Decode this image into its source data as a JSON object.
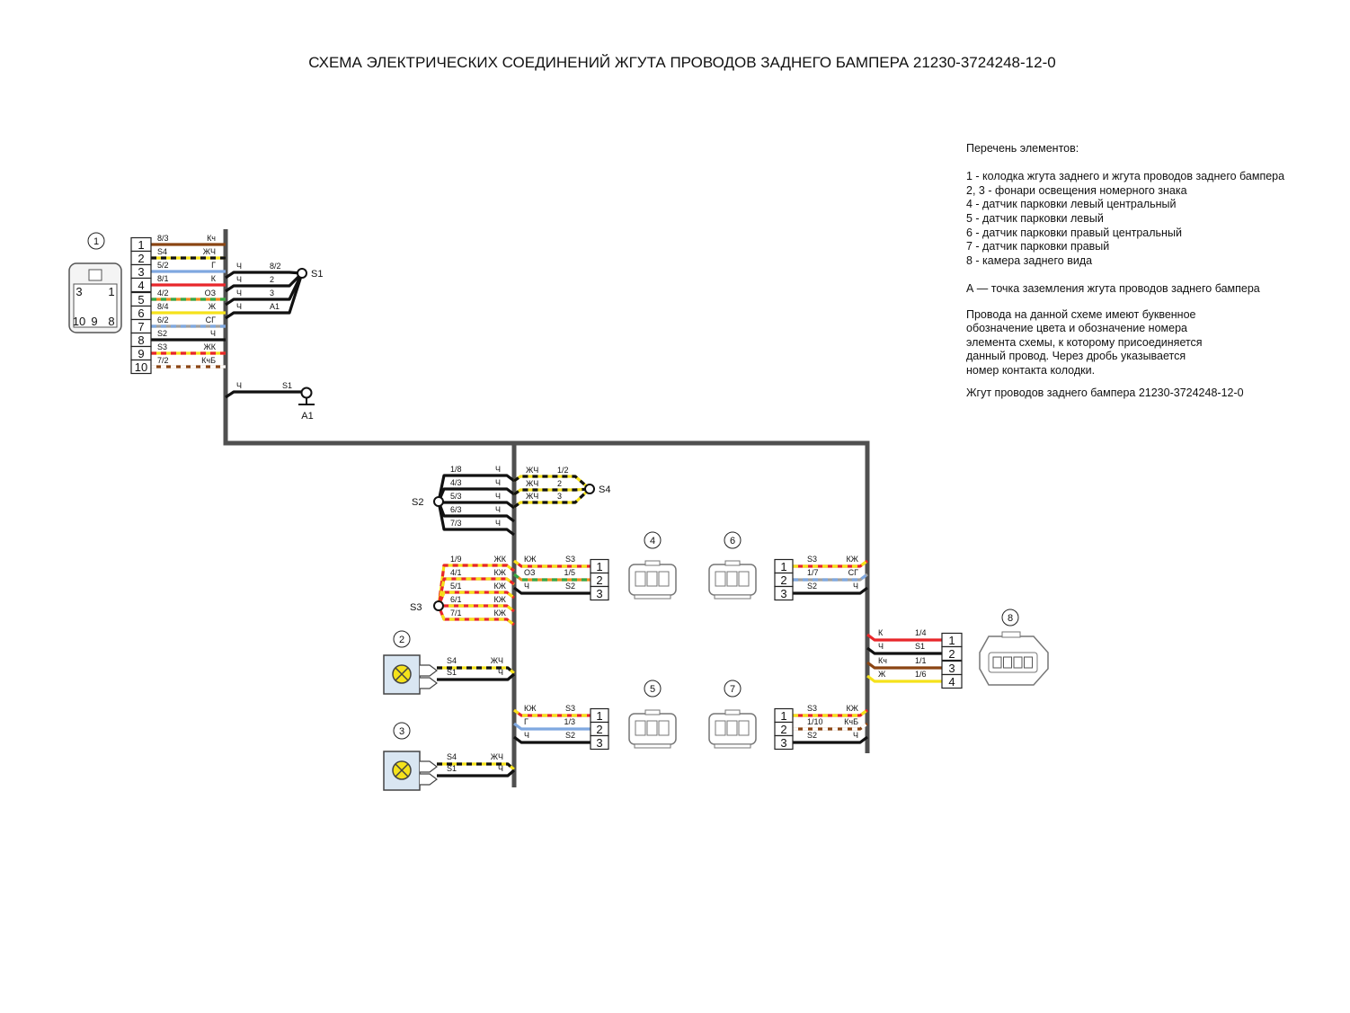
{
  "title": "СХЕМА ЭЛЕКТРИЧЕСКИХ СОЕДИНЕНИЙ ЖГУТА ПРОВОДОВ ЗАДНЕГО БАМПЕРА 21230-3724248-12-0",
  "legend": {
    "heading": "Перечень элементов:",
    "items": [
      "1 - колодка жгута заднего и жгута проводов заднего бампера",
      "2, 3 - фонари освещения номерного знака",
      "4 - датчик парковки левый центральный",
      "5 - датчик парковки левый",
      "6 - датчик парковки правый центральный",
      "7 - датчик парковки правый",
      "8 - камера заднего вида"
    ],
    "ground_note": "А — точка заземления жгута проводов заднего бампера",
    "wire_note": [
      "Провода на данной схеме имеют буквенное",
      "обозначение цвета и обозначение номера",
      "элемента схемы, к которому присоединяется",
      "данный провод. Через дробь указывается",
      "номер контакта колодки."
    ],
    "harness_note": "Жгут проводов заднего бампера 21230-3724248-12-0"
  },
  "colors": {
    "Кч": "#8B4513",
    "Ж": "#F5E21B",
    "Г": "#7FA8E0",
    "К": "#E8262A",
    "О": "#F08A1E",
    "З": "#35A845",
    "С": "#A0A0A0",
    "Ч": "#111111",
    "Б": "#FFFFFF",
    "harness": "#505050",
    "connector_fill": "#D9E6F2"
  },
  "components": {
    "c1": {
      "num": "1",
      "pins": [
        "1",
        "2",
        "3",
        "4",
        "5",
        "6",
        "7",
        "8",
        "9",
        "10"
      ],
      "face": [
        "3",
        "1",
        "10",
        "9",
        "8"
      ],
      "wires": [
        {
          "dest": "8/3",
          "color": "Кч"
        },
        {
          "dest": "S4",
          "color": "ЖЧ"
        },
        {
          "dest": "5/2",
          "color": "Г"
        },
        {
          "dest": "8/1",
          "color": "К"
        },
        {
          "dest": "4/2",
          "color": "ОЗ"
        },
        {
          "dest": "8/4",
          "color": "Ж"
        },
        {
          "dest": "6/2",
          "color": "СГ"
        },
        {
          "dest": "S2",
          "color": "Ч"
        },
        {
          "dest": "S3",
          "color": "ЖК"
        },
        {
          "dest": "7/2",
          "color": "КчБ"
        }
      ]
    },
    "s1": {
      "name": "S1",
      "wires": [
        {
          "color": "Ч",
          "dest": "8/2"
        },
        {
          "color": "Ч",
          "dest": "2"
        },
        {
          "color": "Ч",
          "dest": "3"
        },
        {
          "color": "Ч",
          "dest": "А1"
        }
      ]
    },
    "a1": {
      "name": "А1",
      "wire": {
        "color": "Ч",
        "dest": "S1"
      }
    },
    "s2": {
      "name": "S2",
      "wires": [
        {
          "dest": "1/8",
          "color": "Ч"
        },
        {
          "dest": "4/3",
          "color": "Ч"
        },
        {
          "dest": "5/3",
          "color": "Ч"
        },
        {
          "dest": "6/3",
          "color": "Ч"
        },
        {
          "dest": "7/3",
          "color": "Ч"
        }
      ]
    },
    "s4": {
      "name": "S4",
      "wires": [
        {
          "color": "ЖЧ",
          "dest": "1/2"
        },
        {
          "color": "ЖЧ",
          "dest": "2"
        },
        {
          "color": "ЖЧ",
          "dest": "3"
        }
      ]
    },
    "s3": {
      "name": "S3",
      "wires": [
        {
          "dest": "1/9",
          "color": "ЖК"
        },
        {
          "dest": "4/1",
          "color": "КЖ"
        },
        {
          "dest": "5/1",
          "color": "КЖ"
        },
        {
          "dest": "6/1",
          "color": "КЖ"
        },
        {
          "dest": "7/1",
          "color": "КЖ"
        }
      ]
    },
    "c4": {
      "num": "4",
      "pins": [
        "1",
        "2",
        "3"
      ],
      "wires": [
        {
          "color": "КЖ",
          "dest": "S3"
        },
        {
          "color": "ОЗ",
          "dest": "1/5"
        },
        {
          "color": "Ч",
          "dest": "S2"
        }
      ]
    },
    "c6": {
      "num": "6",
      "pins": [
        "1",
        "2",
        "3"
      ],
      "wires": [
        {
          "dest": "S3",
          "color": "КЖ"
        },
        {
          "dest": "1/7",
          "color": "СГ"
        },
        {
          "dest": "S2",
          "color": "Ч"
        }
      ]
    },
    "c5": {
      "num": "5",
      "pins": [
        "1",
        "2",
        "3"
      ],
      "wires": [
        {
          "color": "КЖ",
          "dest": "S3"
        },
        {
          "color": "Г",
          "dest": "1/3"
        },
        {
          "color": "Ч",
          "dest": "S2"
        }
      ]
    },
    "c7": {
      "num": "7",
      "pins": [
        "1",
        "2",
        "3"
      ],
      "wires": [
        {
          "dest": "S3",
          "color": "КЖ"
        },
        {
          "dest": "1/10",
          "color": "КчБ"
        },
        {
          "dest": "S2",
          "color": "Ч"
        }
      ]
    },
    "c8": {
      "num": "8",
      "pins": [
        "1",
        "2",
        "3",
        "4"
      ],
      "wires": [
        {
          "color": "К",
          "dest": "1/4"
        },
        {
          "color": "Ч",
          "dest": "S1"
        },
        {
          "color": "Кч",
          "dest": "1/1"
        },
        {
          "color": "Ж",
          "dest": "1/6"
        }
      ]
    },
    "c2": {
      "num": "2",
      "wires": [
        {
          "dest": "S4",
          "color": "ЖЧ"
        },
        {
          "dest": "S1",
          "color": "Ч"
        }
      ]
    },
    "c3": {
      "num": "3",
      "wires": [
        {
          "dest": "S4",
          "color": "ЖЧ"
        },
        {
          "dest": "S1",
          "color": "Ч"
        }
      ]
    }
  }
}
